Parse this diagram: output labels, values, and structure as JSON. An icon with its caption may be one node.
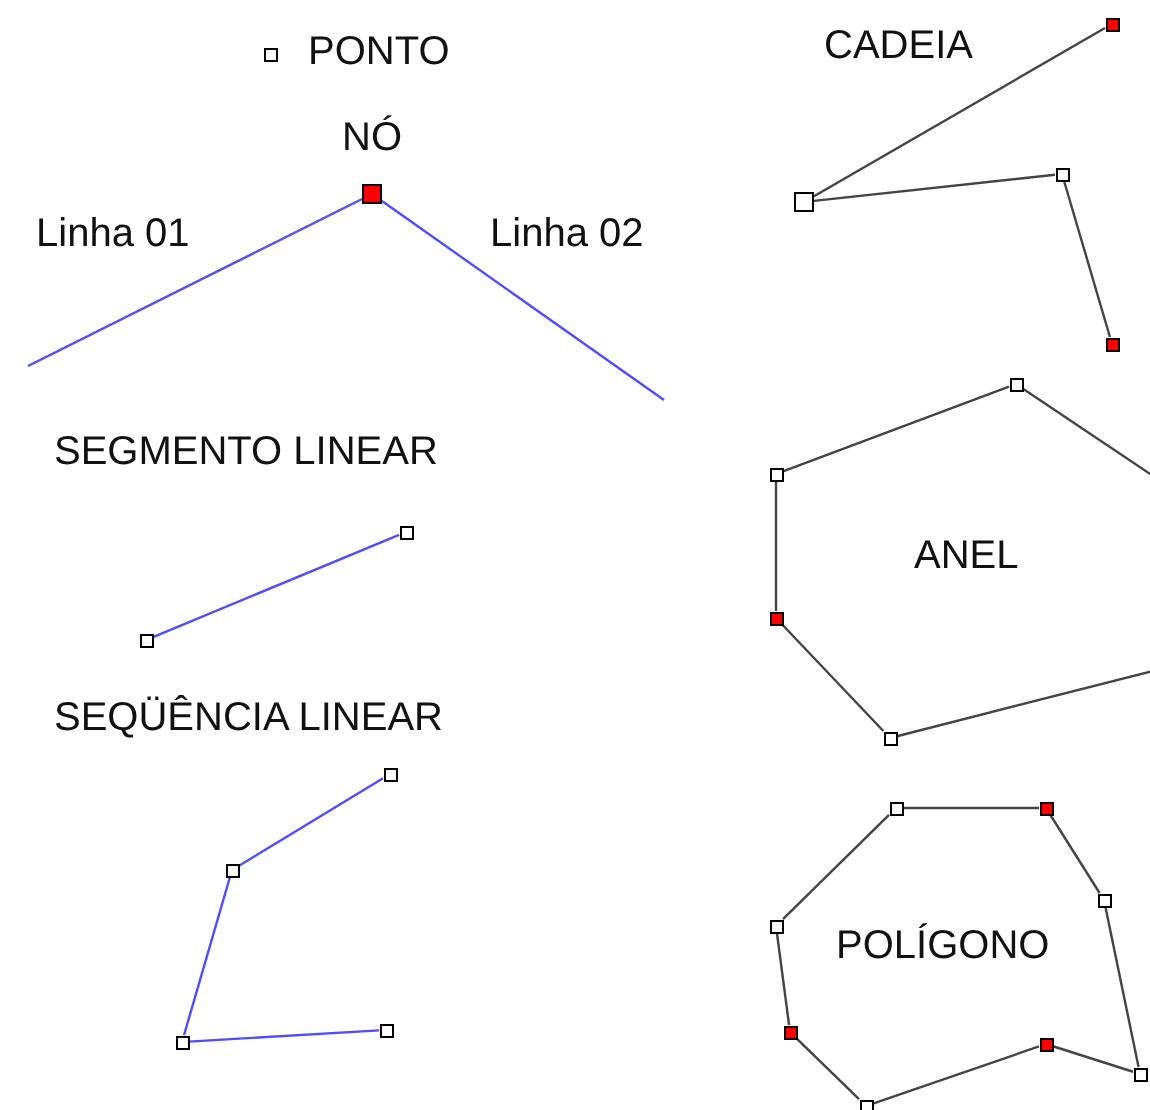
{
  "diagram": {
    "nodes": [
      {
        "text": [],
        "shape": "box",
        "beside": [
          "PONTO"
        ]
      },
      {
        "text": [],
        "shape": "box",
        "beside": [
          "NÓ"
        ]
      },
      {
        "text": [],
        "shape": "box"
      },
      {
        "text": [],
        "shape": "box"
      },
      {
        "text": [],
        "shape": "box"
      },
      {
        "text": [],
        "shape": "box"
      },
      {
        "text": [],
        "shape": "box"
      },
      {
        "text": [],
        "shape": "box"
      },
      {
        "text": [],
        "shape": "box"
      },
      {
        "text": [],
        "shape": "box"
      },
      {
        "text": [],
        "shape": "box"
      },
      {
        "text": [],
        "shape": "box"
      },
      {
        "text": [],
        "shape": "box"
      },
      {
        "text": [],
        "shape": "box"
      },
      {
        "text": [],
        "shape": "box"
      },
      {
        "text": [],
        "shape": "box"
      },
      {
        "text": [],
        "shape": "box"
      },
      {
        "text": [],
        "shape": "box"
      },
      {
        "text": [],
        "shape": "box"
      },
      {
        "text": [],
        "shape": "box"
      },
      {
        "text": [],
        "shape": "box"
      },
      {
        "text": [],
        "shape": "box"
      },
      {
        "text": [],
        "shape": "box"
      },
      {
        "text": [],
        "shape": "box"
      }
    ],
    "edges": [
      {
        "from": 1,
        "to": null,
        "arrow": "none",
        "label": "Linha 01",
        "color": "#4d4dff"
      },
      {
        "from": 1,
        "to": null,
        "arrow": "none",
        "label": "Linha 02",
        "color": "#4d4dff"
      },
      {
        "from": 2,
        "to": 3,
        "arrow": "none",
        "color": "#4d4dff"
      },
      {
        "from": 4,
        "to": 5,
        "arrow": "none",
        "color": "#4d4dff"
      },
      {
        "from": 5,
        "to": 6,
        "arrow": "none",
        "color": "#4d4dff"
      },
      {
        "from": 6,
        "to": 7,
        "arrow": "none",
        "color": "#4d4dff"
      },
      {
        "from": 8,
        "to": 9,
        "arrow": "none"
      },
      {
        "from": 9,
        "to": 10,
        "arrow": "none"
      },
      {
        "from": 10,
        "to": 11,
        "arrow": "none"
      },
      {
        "from": 12,
        "to": null,
        "arrow": "none"
      },
      {
        "from": 12,
        "to": 13,
        "arrow": "none"
      },
      {
        "from": 13,
        "to": 14,
        "arrow": "none"
      },
      {
        "from": 14,
        "to": 15,
        "arrow": "none"
      },
      {
        "from": 15,
        "to": null,
        "arrow": "none"
      },
      {
        "from": 16,
        "to": 17,
        "arrow": "none"
      },
      {
        "from": 17,
        "to": 18,
        "arrow": "none"
      },
      {
        "from": 18,
        "to": 23,
        "arrow": "none"
      },
      {
        "from": 16,
        "to": 19,
        "arrow": "none"
      },
      {
        "from": 19,
        "to": 20,
        "arrow": "none"
      },
      {
        "from": 20,
        "to": 21,
        "arrow": "none"
      },
      {
        "from": 21,
        "to": 22,
        "arrow": "none"
      },
      {
        "from": 22,
        "to": 23,
        "arrow": "none"
      }
    ],
    "labels": [
      "CADEIA",
      "SEGMENTO LINEAR",
      "ANEL",
      "SEQÜÊNCIA LINEAR",
      "POLÍGONO"
    ]
  }
}
